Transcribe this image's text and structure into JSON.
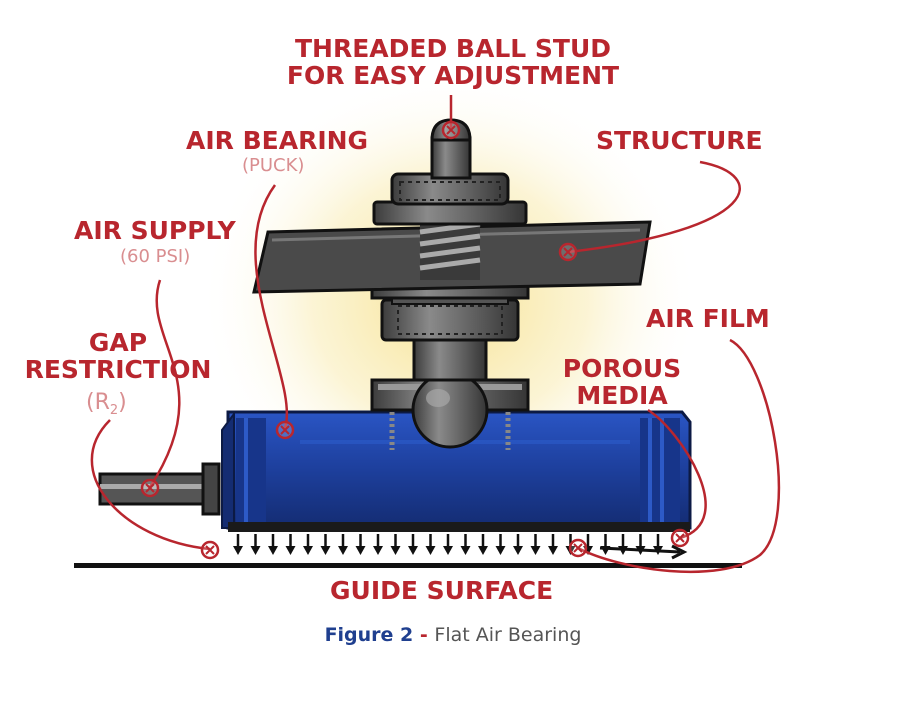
{
  "labels": {
    "threaded_ball_stud_line1": "THREADED BALL STUD",
    "threaded_ball_stud_line2": "FOR EASY ADJUSTMENT",
    "air_bearing": "AIR BEARING",
    "air_bearing_sub": "(PUCK)",
    "structure": "STRUCTURE",
    "air_supply": "AIR SUPPLY",
    "air_supply_sub": "(60 PSI)",
    "air_film": "AIR FILM",
    "gap_line1": "GAP",
    "gap_line2": "RESTRICTION",
    "gap_sub_open": "(R",
    "gap_sub_index": "2",
    "gap_sub_close": ")",
    "porous_line1": "POROUS",
    "porous_line2": "MEDIA",
    "guide_surface": "GUIDE SURFACE"
  },
  "caption": {
    "figure": "Figure 2",
    "separator": " - ",
    "title": "Flat Air Bearing"
  },
  "colors": {
    "label_red": "#b8262e",
    "puck_blue": "#1d3f9c",
    "metal_gray": "#6f6f6f",
    "caption_blue": "#1f3f8f",
    "glow_yellow": "#f6e08a"
  },
  "icons": {
    "callout_marker": "circle-x-icon",
    "air_film_arrows": "arrow-down-icon"
  }
}
